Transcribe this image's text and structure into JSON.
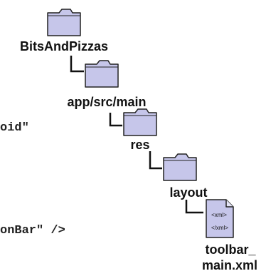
{
  "code_fragments": {
    "line1": "oid\"",
    "line2": "onBar\" />"
  },
  "tree": {
    "nodes": [
      {
        "label": "BitsAndPizzas",
        "icon": "folder-icon"
      },
      {
        "label": "app/src/main",
        "icon": "folder-icon"
      },
      {
        "label": "res",
        "icon": "folder-icon"
      },
      {
        "label": "layout",
        "icon": "folder-icon"
      },
      {
        "label_line1": "toolbar_",
        "label_line2": "main.xml",
        "icon": "xml-file-icon"
      }
    ],
    "file_icon_text": {
      "open_tag": "<xml>",
      "close_tag": "</xml>"
    }
  },
  "colors": {
    "folder_fill": "#c6c6ea",
    "folder_stroke": "#222222",
    "file_fill": "#c6c6ea"
  }
}
